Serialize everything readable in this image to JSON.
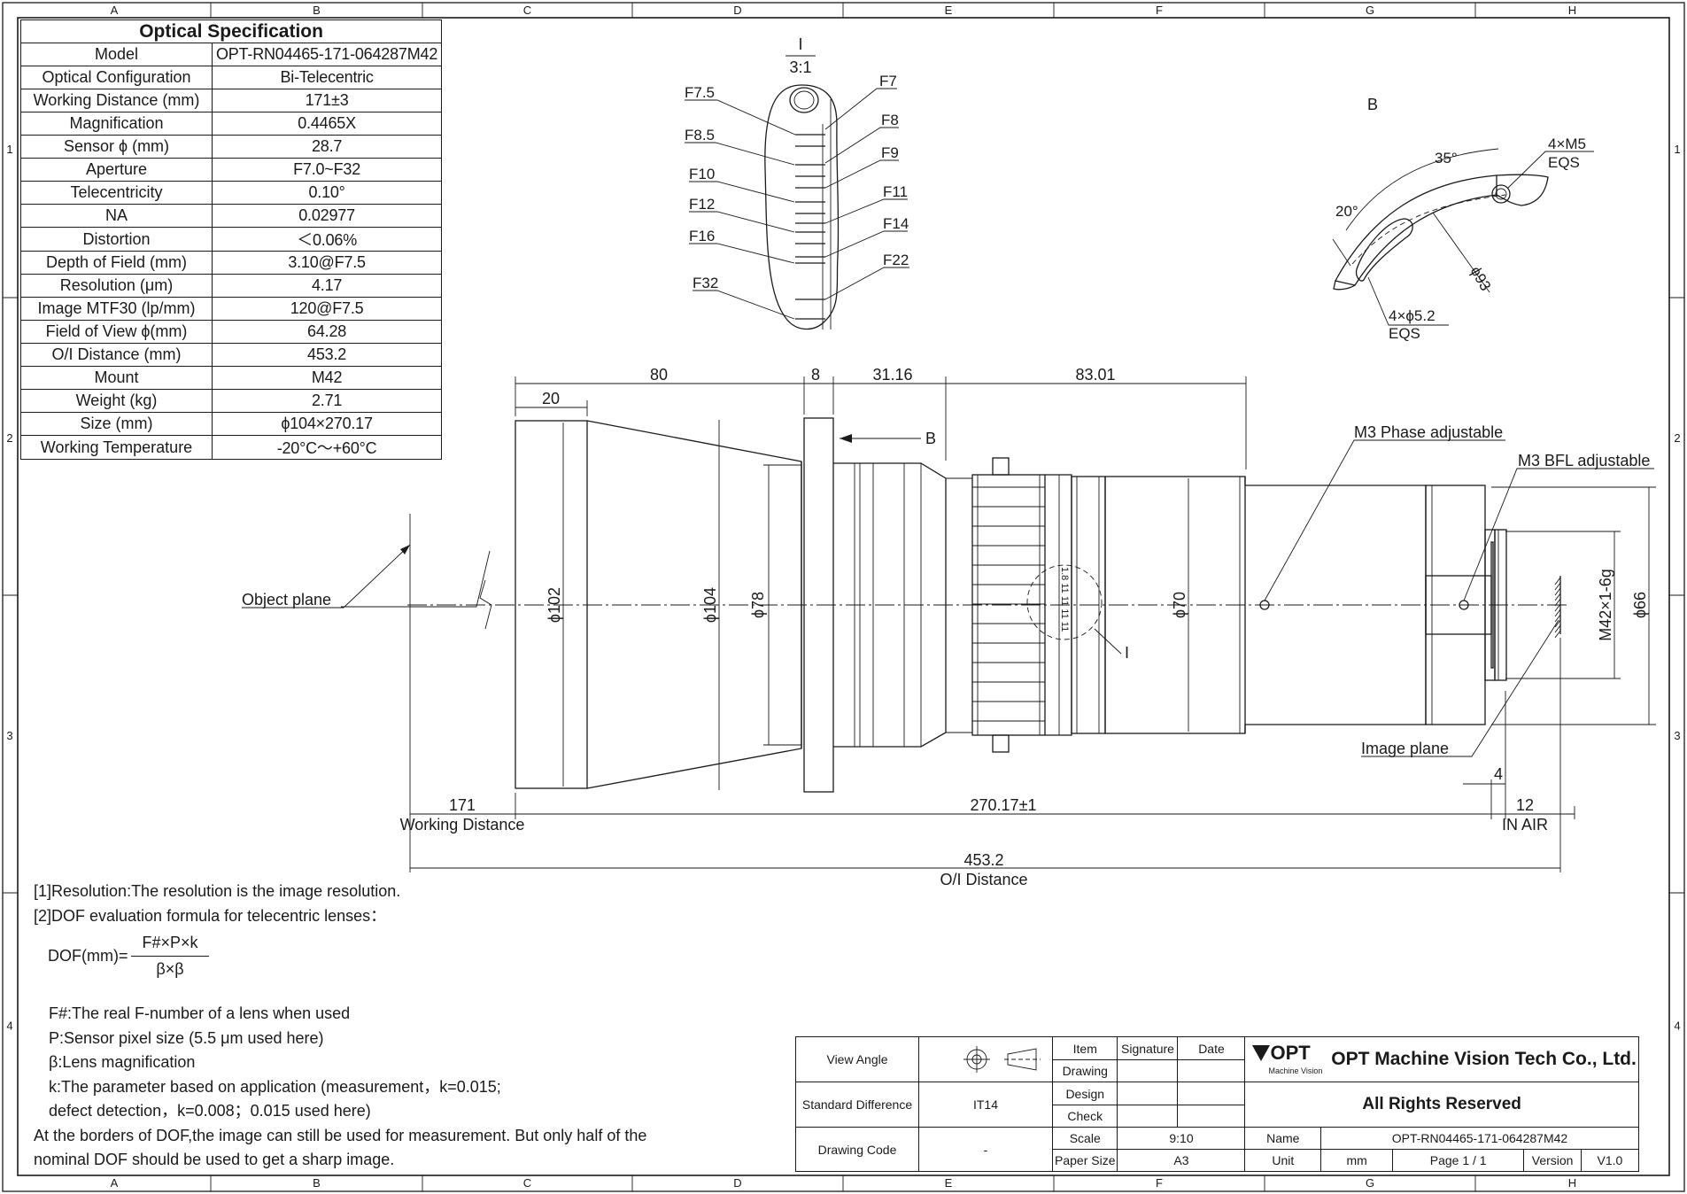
{
  "border": {
    "columns": [
      "A",
      "B",
      "C",
      "D",
      "E",
      "F",
      "G",
      "H"
    ],
    "rows": [
      "1",
      "2",
      "3",
      "4"
    ]
  },
  "spec_table": {
    "title": "Optical Specification",
    "rows": [
      {
        "key": "Model",
        "value": "OPT-RN04465-171-064287M42"
      },
      {
        "key": "Optical Configuration",
        "value": "Bi-Telecentric"
      },
      {
        "key": "Working Distance (mm)",
        "value": "171±3"
      },
      {
        "key": "Magnification",
        "value": "0.4465X"
      },
      {
        "key": "Sensor ϕ (mm)",
        "value": "28.7"
      },
      {
        "key": "Aperture",
        "value": "F7.0~F32"
      },
      {
        "key": "Telecentricity",
        "value": "0.10°"
      },
      {
        "key": "NA",
        "value": "0.02977"
      },
      {
        "key": "Distortion",
        "value": "＜0.06%"
      },
      {
        "key": "Depth of Field (mm)",
        "value": "3.10@F7.5"
      },
      {
        "key": "Resolution (μm)",
        "value": "4.17"
      },
      {
        "key": "Image MTF30 (lp/mm)",
        "value": "120@F7.5"
      },
      {
        "key": "Field of View ϕ(mm)",
        "value": "64.28"
      },
      {
        "key": "O/I Distance (mm)",
        "value": "453.2"
      },
      {
        "key": "Mount",
        "value": "M42"
      },
      {
        "key": "Weight (kg)",
        "value": "2.71"
      },
      {
        "key": "Size (mm)",
        "value": "ϕ104×270.17"
      },
      {
        "key": "Working Temperature",
        "value": "-20°C～+60°C"
      }
    ]
  },
  "detail_I": {
    "label": "I",
    "scale": "3:1",
    "left_marks": [
      "F7.5",
      "F8.5",
      "F10",
      "F12",
      "F16",
      "F32"
    ],
    "right_marks": [
      "F7",
      "F8",
      "F9",
      "F11",
      "F14",
      "F22"
    ]
  },
  "detail_B": {
    "label": "B",
    "angle_35": "35°",
    "angle_20": "20°",
    "thread": "4×M5",
    "thread_eqs": "EQS",
    "hole": "4×ϕ5.2",
    "hole_eqs": "EQS",
    "dia": "ϕ93"
  },
  "main_view": {
    "dims_top": [
      "20",
      "80",
      "8",
      "31.16",
      "83.01"
    ],
    "arrow_b": "B",
    "dia_102": "ϕ102",
    "dia_104": "ϕ104",
    "dia_78": "ϕ78",
    "dia_70": "ϕ70",
    "dia_66": "ϕ66",
    "mount_thread": "M42×1-6g",
    "object_plane": "Object plane",
    "image_plane": "Image plane",
    "phase": "M3 Phase adjustable",
    "bfl": "M3 BFL adjustable",
    "detail_ref": "I",
    "ring_text": "1.8 11 11 11 11",
    "wd_value": "171",
    "wd_label": "Working Distance",
    "length": "270.17±1",
    "bfl_value": "12",
    "bfl_label": "IN AIR",
    "flange": "4",
    "oi_value": "453.2",
    "oi_label": "O/I Distance"
  },
  "notes": {
    "n1": "[1]Resolution:The resolution is  the image resolution.",
    "n2": "[2]DOF evaluation formula for telecentric lenses：",
    "formula_lhs": "DOF(mm)=",
    "formula_num": "F#×P×k",
    "formula_den": "β×β",
    "d1": "F#:The real F-number of a lens when used",
    "d2": "P:Sensor pixel size (5.5 μm used here)",
    "d3": "β:Lens magnification",
    "d4": "k:The parameter based on application (measurement，k=0.015;",
    "d5": "defect detection，k=0.008；0.015 used here)",
    "d6": "At the borders of DOF,the image can still be used for measurement. But only half of the",
    "d7": "nominal DOF should be used to get a sharp image."
  },
  "title_block": {
    "view_angle": "View Angle",
    "standard_difference": "Standard Difference",
    "std_value": "IT14",
    "drawing_code": "Drawing Code",
    "code_value": "-",
    "item": "Item",
    "signature": "Signature",
    "date": "Date",
    "drawing": "Drawing",
    "design": "Design",
    "check": "Check",
    "scale": "Scale",
    "scale_value": "9:10",
    "paper_size": "Paper Size",
    "paper_value": "A3",
    "logo": "OPT",
    "logo_sub": "Machine Vision",
    "company": "OPT Machine Vision Tech Co., Ltd.",
    "rights": "All Rights Reserved",
    "name": "Name",
    "name_value": "OPT-RN04465-171-064287M42",
    "unit": "Unit",
    "unit_value": "mm",
    "page": "Page  1 / 1",
    "version": "Version",
    "version_value": "V1.0"
  }
}
